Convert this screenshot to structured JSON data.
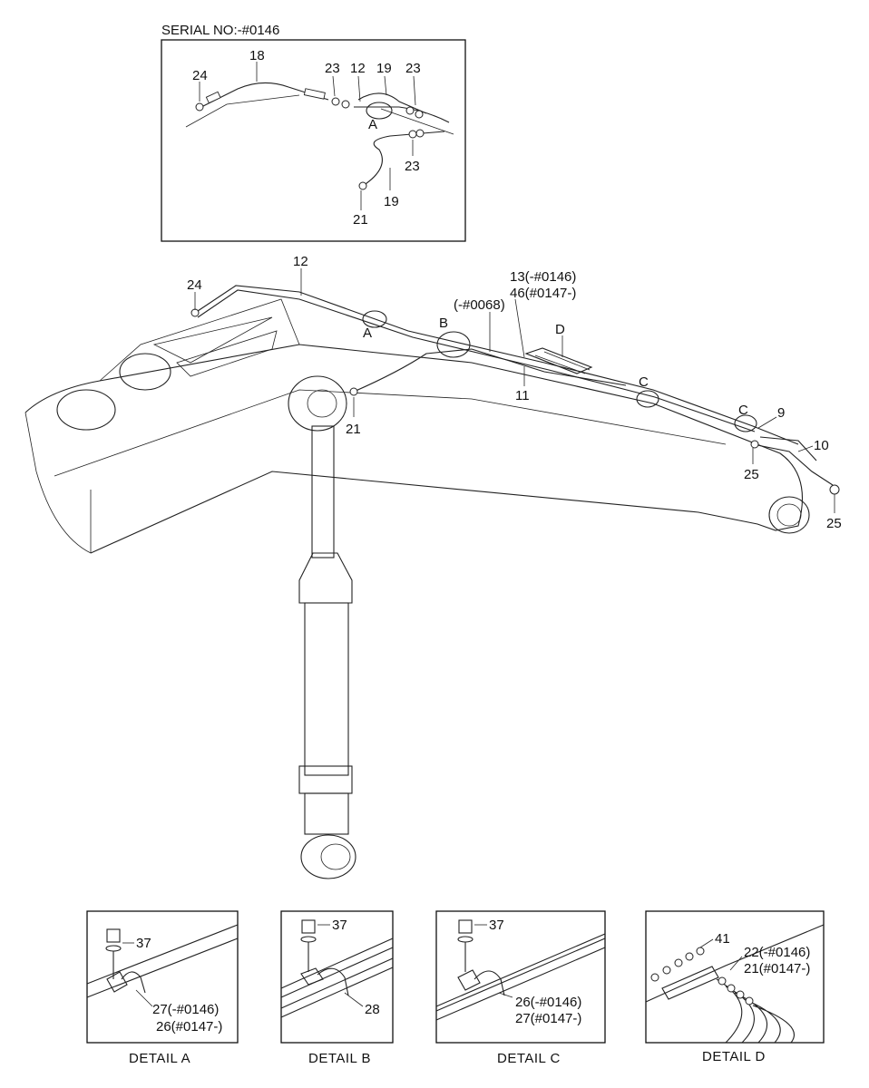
{
  "top_inset": {
    "title": "SERIAL NO:-#0146",
    "labels": {
      "l24": "24",
      "l18": "18",
      "l23a": "23",
      "l12": "12",
      "l19a": "19",
      "l23b": "23",
      "lA": "A",
      "l23c": "23",
      "l19b": "19",
      "l21": "21"
    }
  },
  "main": {
    "labels": {
      "l12": "12",
      "l24": "24",
      "lA": "A",
      "lB": "B",
      "l0068": "(-#0068)",
      "l13": "13(-#0146)",
      "l46": "46(#0147-)",
      "lD": "D",
      "l11": "11",
      "lC1": "C",
      "lC2": "C",
      "l9": "9",
      "l10": "10",
      "l21": "21",
      "l25a": "25",
      "l25b": "25"
    }
  },
  "details": [
    {
      "caption": "DETAIL  A",
      "labels": [
        "37",
        "27(-#0146)",
        "26(#0147-)"
      ]
    },
    {
      "caption": "DETAIL  B",
      "labels": [
        "37",
        "28"
      ]
    },
    {
      "caption": "DETAIL  C",
      "labels": [
        "37",
        "26(-#0146)",
        "27(#0147-)"
      ]
    },
    {
      "caption": "DETAIL  D",
      "labels": [
        "41",
        "22(-#0146)",
        "21(#0147-)"
      ]
    }
  ]
}
